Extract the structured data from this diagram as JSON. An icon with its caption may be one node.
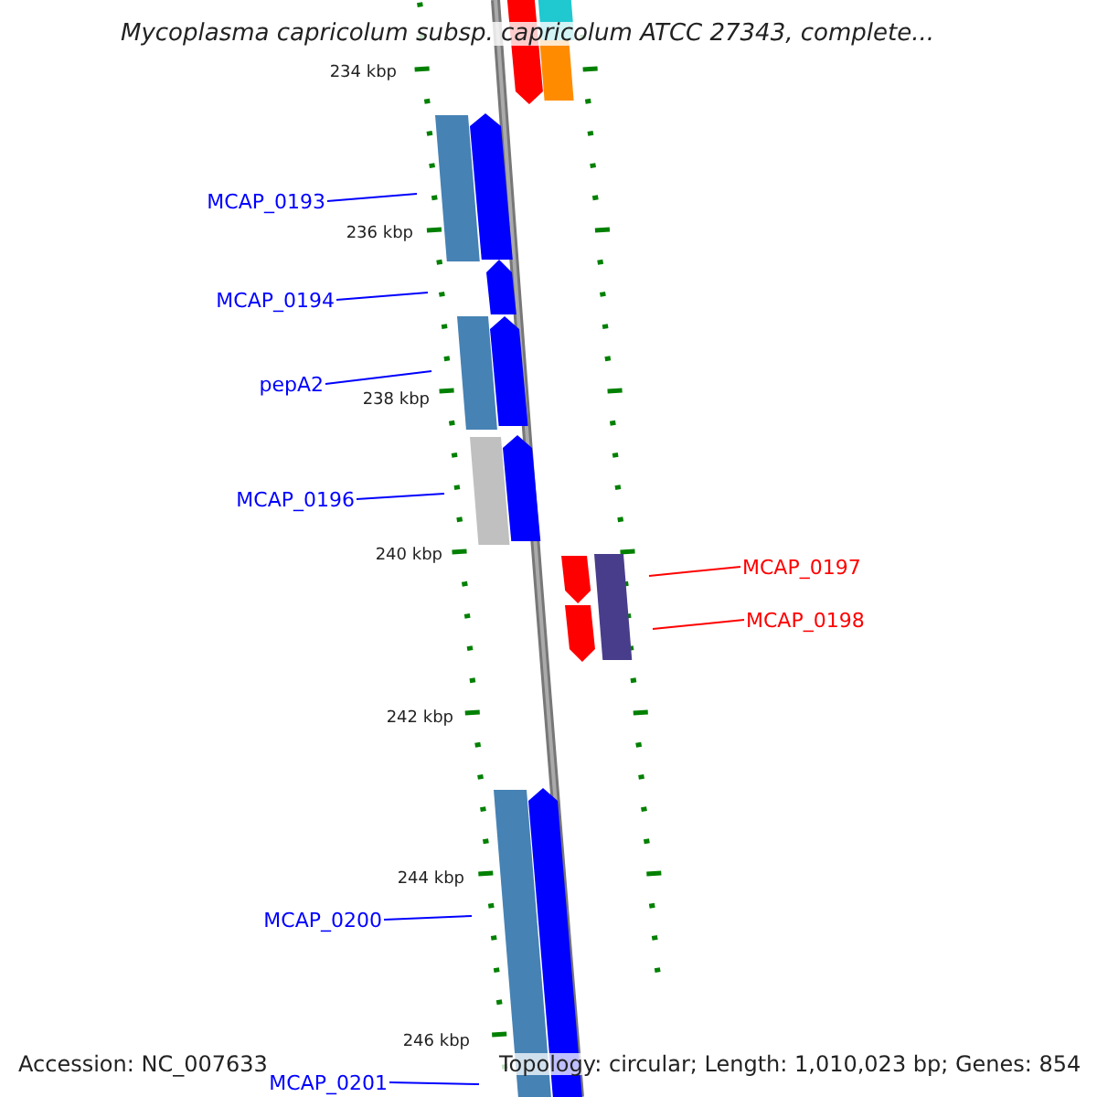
{
  "diagram": {
    "title": "Mycoplasma capricolum subsp. capricolum ATCC 27343, complete...",
    "nodes": [
      {
        "text": [
          "MCAP_0193"
        ]
      },
      {
        "text": [
          "MCAP_0194"
        ]
      },
      {
        "text": [
          "pepA2"
        ]
      },
      {
        "text": [
          "MCAP_0196"
        ]
      },
      {
        "text": [
          "MCAP_0197"
        ]
      },
      {
        "text": [
          "MCAP_0198"
        ]
      },
      {
        "text": [
          "MCAP_0200"
        ]
      },
      {
        "text": [
          "MCAP_0201"
        ]
      }
    ],
    "edges": [
      {
        "from": 0,
        "to": null,
        "arrow": "none"
      },
      {
        "from": 1,
        "to": null,
        "arrow": "none"
      },
      {
        "from": 2,
        "to": null,
        "arrow": "none"
      },
      {
        "from": 3,
        "to": null,
        "arrow": "none"
      },
      {
        "from": 4,
        "to": null,
        "arrow": "none",
        "color": "#ff0000"
      },
      {
        "from": 5,
        "to": null,
        "arrow": "none",
        "color": "#ff0000"
      },
      {
        "from": 6,
        "to": null,
        "arrow": "none"
      },
      {
        "from": 7,
        "to": null,
        "arrow": "none"
      }
    ],
    "labels": [
      "234 kbp",
      "236 kbp",
      "238 kbp",
      "240 kbp",
      "242 kbp",
      "244 kbp",
      "246 kbp",
      "Accession: NC_007633",
      "Topology: circular; Length: 1,010,023 bp; Genes: 854"
    ]
  }
}
